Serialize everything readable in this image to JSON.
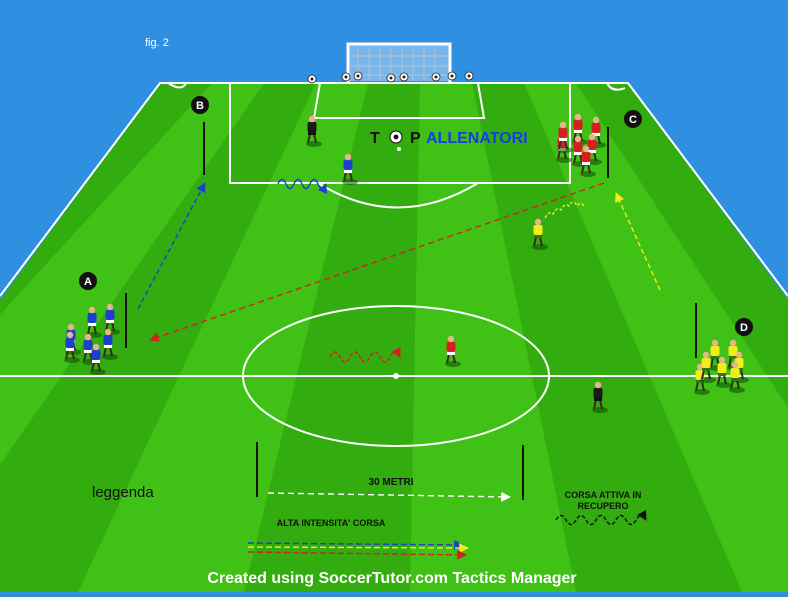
{
  "figure": {
    "label": "fig. 2"
  },
  "brand": {
    "prefix": "T",
    "middle": "P",
    "name": "ALLENATORI"
  },
  "stations": [
    "A",
    "B",
    "C",
    "D"
  ],
  "legend": {
    "title": "leggenda",
    "distance": "30 METRI",
    "high_intensity": "ALTA INTENSITA' CORSA",
    "recovery_line1": "CORSA ATTIVA IN",
    "recovery_line2": "RECUPERO"
  },
  "footer": {
    "credit": "Created using SoccerTutor.com Tactics Manager"
  },
  "colors": {
    "sky": "#2f8fe0",
    "grass_light": "#3fc215",
    "grass_dark": "#2a9a0c",
    "team_blue": "#1d3fcf",
    "team_red": "#d42020",
    "team_yellow": "#f2ec1a",
    "referee": "#1a1a1a",
    "brand_blue": "#1540e0"
  }
}
